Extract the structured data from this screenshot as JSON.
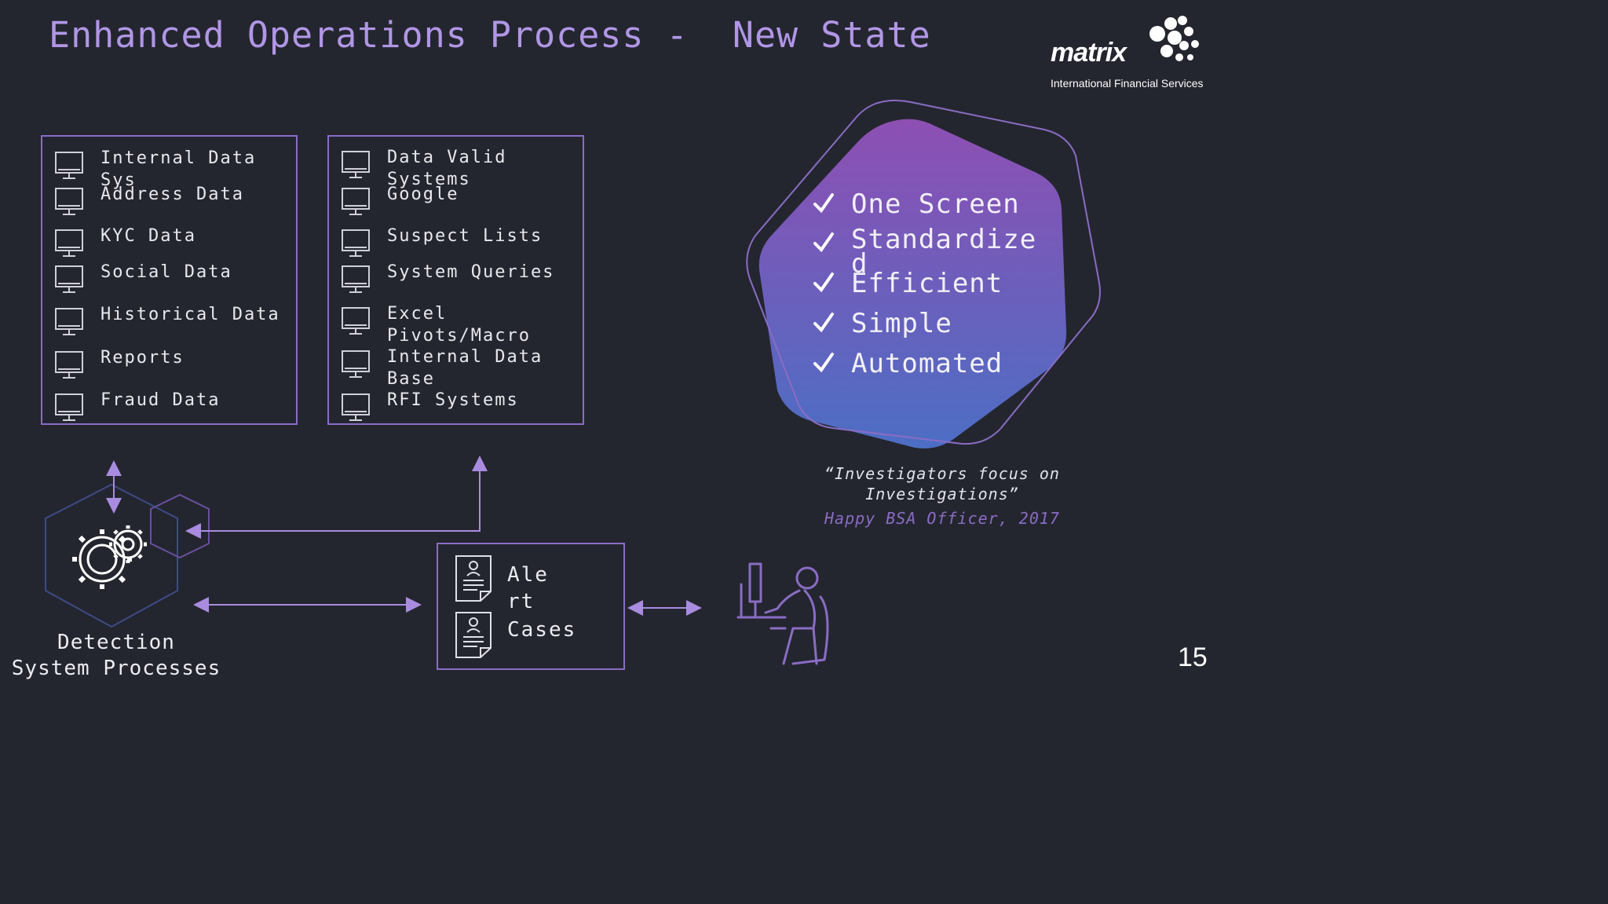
{
  "title": "Enhanced Operations Process -  New State",
  "logo": {
    "word": "matrix",
    "subtitle": "International Financial Services"
  },
  "left_box": {
    "items": [
      "Internal Data\nSys",
      "Address Data",
      "KYC Data",
      "Social Data",
      "Historical Data",
      "Reports",
      "Fraud Data"
    ]
  },
  "middle_box": {
    "items": [
      "Data Valid\nSystems",
      "Google",
      "Suspect Lists",
      "System Queries",
      "Excel\nPivots/Macro",
      "Internal Data\nBase",
      "RFI Systems"
    ]
  },
  "checklist": [
    "One Screen",
    "Standardize\nd",
    "Efficient",
    "Simple",
    "Automated"
  ],
  "quote": "“Investigators focus on\nInvestigations”",
  "attribution": "Happy BSA Officer, 2017",
  "detection_label": "Detection\nSystem Processes",
  "alert_box": {
    "label": "Alert",
    "label2": "Cases"
  },
  "page_number": "15",
  "icons": [
    "monitor-icon",
    "gears-icon",
    "document-icon",
    "person-at-desk-icon",
    "check-icon"
  ],
  "colors": {
    "background": "#24262f",
    "accent": "#8a6cc4",
    "title": "#b196e6",
    "gradient_top": "#8e4fb3",
    "gradient_bottom": "#4c6ec4"
  }
}
